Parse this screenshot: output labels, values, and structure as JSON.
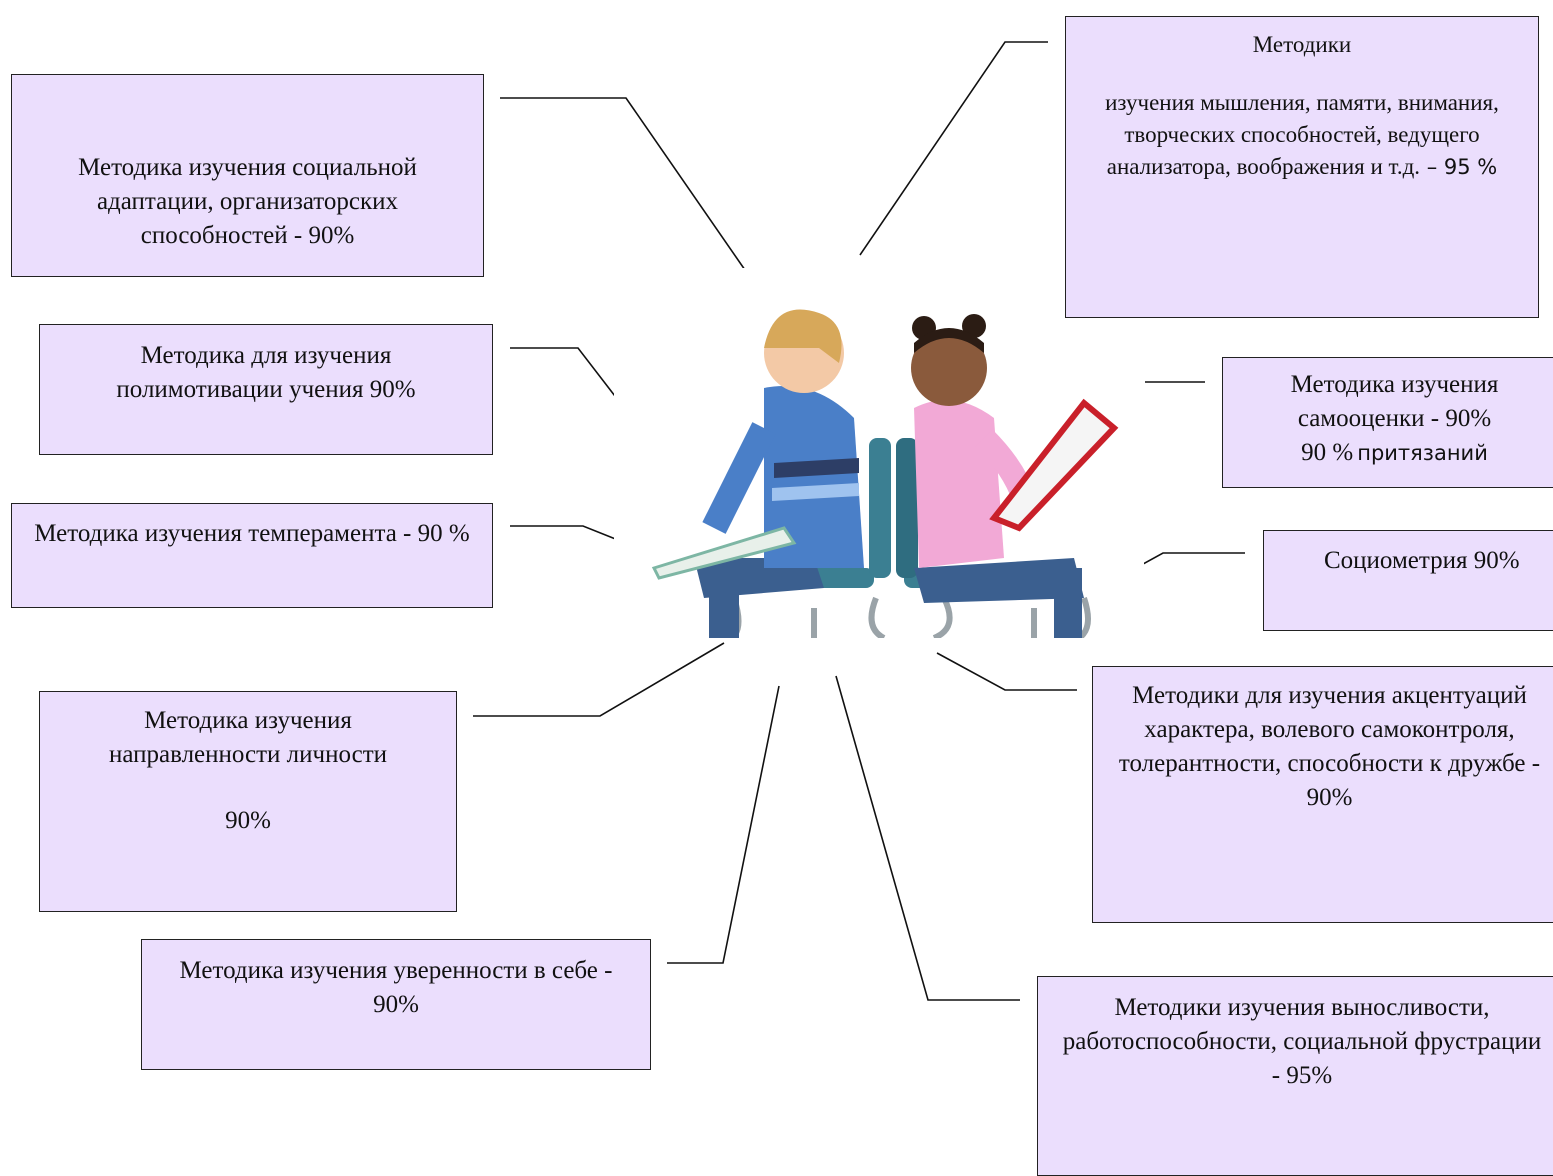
{
  "boxes": {
    "social": {
      "text": "Методика изучения социальной адаптации, организаторских способностей - 90%"
    },
    "polymotiv": {
      "text": "Методика  для изучения полимотивации учения 90%"
    },
    "temperament": {
      "text": "Методика  изучения темперамента - 90 %"
    },
    "orientation": {
      "line1": "Методика  изучения направленности личности",
      "line2": "90%"
    },
    "confidence": {
      "text": "Методика  изучения уверенности в себе - 90%"
    },
    "thinking": {
      "title": "Методики",
      "body": "изучения мышления, памяти, внимания, творческих способностей, ведущего анализатора, воображения и т.д.",
      "pct": " – 95 %"
    },
    "selfesteem": {
      "line1": "Методика изучения самооценки - 90%",
      "line2_pct": "90 %",
      "line2_text": "притязаний"
    },
    "sociometry": {
      "text": "Социометрия  90%"
    },
    "accent": {
      "text": "Методики для изучения акцентуаций характера, волевого самоконтроля, толерантности, способности к дружбе - 90%"
    },
    "endurance": {
      "text": "Методики изучения выносливости, работоспособности, социальной фрустрации - 95%"
    }
  },
  "colors": {
    "box_fill": "#ebdefd",
    "line": "#111111",
    "boy_shirt": "#4a7fc8",
    "girl_shirt": "#f2a9d6",
    "jeans": "#3b5f8f",
    "book_red": "#c9202a",
    "chair": "#3b7f92"
  },
  "center_image": {
    "icon": "children-reading-photo"
  }
}
